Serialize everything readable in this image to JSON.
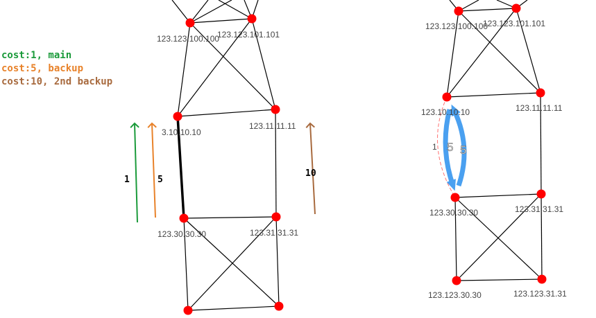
{
  "legend": {
    "main": {
      "text": "cost:1, main",
      "color": "#1a9a3a"
    },
    "backup": {
      "text": "cost:5, backup",
      "color": "#e8822a"
    },
    "second_backup": {
      "text": "cost:10, 2nd backup",
      "color": "#a86a3e"
    }
  },
  "colors": {
    "node": "#ff0000",
    "edge": "#000000",
    "flow": "#4aa0f0",
    "dashed": "#ff7070"
  },
  "left_diagram": {
    "labels": {
      "n_100_100": "123.123.100.100",
      "n_101_101": "123.123.101.101",
      "n_10_10": "3.10.10.10",
      "n_11_11": "123.11.11.11",
      "n_30_30": "123.30.30.30",
      "n_31_31": "123.31.31.31"
    },
    "cost_arrows": {
      "main": "1",
      "backup": "5",
      "second_backup": "10"
    }
  },
  "right_diagram": {
    "labels": {
      "n_100_100": "123.123.100.100",
      "n_101_101": "123.123.101.101",
      "n_10_10": "123.10.10.10",
      "n_11_11": "123.11.11.11",
      "n_30_30": "123.30.30.30",
      "n_31_31": "123.31.31.31",
      "n_123_30_30": "123.123.30.30",
      "n_123_31_31": "123.123.31.31"
    },
    "flow_labels": {
      "left": "5",
      "right": "5"
    },
    "dashed_label": "1"
  }
}
